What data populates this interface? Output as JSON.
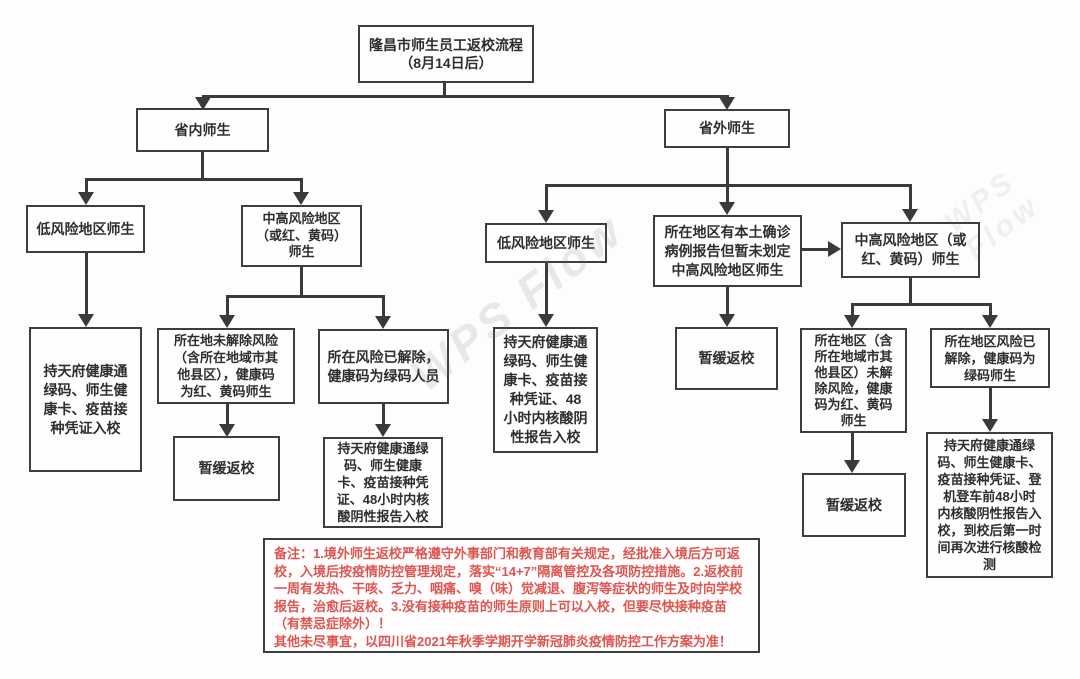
{
  "colors": {
    "background": "#fdfdfd",
    "box_border": "#3d3d3d",
    "connector": "#3a3a3a",
    "node_text": "#2e2e2e",
    "note_text": "#dd5550"
  },
  "watermark": {
    "wm1": "WPS Flow",
    "wm2": "WPS Flow"
  },
  "flow": {
    "title": "隆昌市师生员工返校流程\n（8月14日后）",
    "nodes": {
      "province_in": "省内师生",
      "province_out": "省外师生",
      "in_low": "低风险地区师生",
      "in_mid_high": "中高风险地区\n（或红、黄码）\n师生",
      "in_low_result": "持天府健康通\n绿码、师生健\n康卡、疫苗接\n种凭证入校",
      "in_not_lifted": "所在地未解除风险\n（含所在地域市其\n他县区），健康码\n为红、黄码师生",
      "in_lifted": "所在风险已解除，\n健康码为绿码人员",
      "in_pause": "暂缓返校",
      "in_lifted_result": "持天府健康通绿\n码、师生健康\n卡、疫苗接种凭\n证、48小时内核\n酸阴性报告入校",
      "out_low": "低风险地区师生",
      "out_confirmed": "所在地区有本土确诊\n病例报告但暂未划定\n中高风险地区师生",
      "out_mid_high": "中高风险地区（或\n红、黄码）师生",
      "out_low_result": "持天府健康通\n绿码、师生健\n康卡、疫苗接\n种凭证、48\n小时内核酸阴\n性报告入校",
      "out_pause": "暂缓返校",
      "out_not_lifted": "所在地区（含\n所在地域市其\n他县区）未解\n除风险，健康\n码为红、黄码\n师生",
      "out_lifted": "所在地区风险已\n解除，健康码为\n绿码师生",
      "out_pause2": "暂缓返校",
      "out_lifted_result": "持天府健康通绿\n码、师生健康卡、\n疫苗接种凭证、登\n机登车前48小时\n内核酸阴性报告入\n校，到校后第一时\n间再次进行核酸检\n测"
    },
    "note": "备注：1.境外师生返校严格遵守外事部门和教育部有关规定，经批准入境后方可返校，入境后按疫情防控管理规定，落实“14+7”隔离管控及各项防控措施。2.返校前一周有发热、干咳、乏力、咽痛、嗅（味）觉减退、腹泻等症状的师生及时向学校报告，治愈后返校。3.没有接种疫苗的师生原则上可以入校，但要尽快接种疫苗（有禁忌症除外）！\n其他未尽事宜，以四川省2021年秋季学期开学新冠肺炎疫情防控工作方案为准！"
  }
}
